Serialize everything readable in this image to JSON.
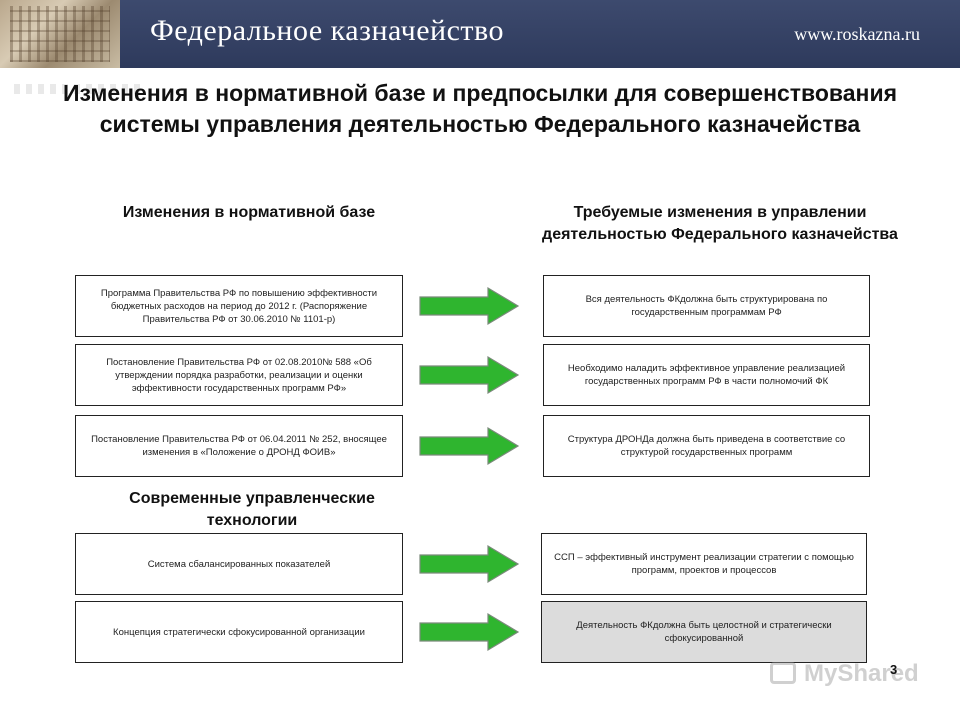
{
  "header": {
    "title": "Федеральное казначейство",
    "url": "www.roskazna.ru"
  },
  "slide": {
    "title": "Изменения в нормативной базе и предпосылки для совершенствования системы управления деятельностью Федерального казначейства",
    "left_heading": "Изменения в нормативной базе",
    "right_heading": "Требуемые изменения в управлении деятельностью Федерального казначейства",
    "tech_heading": "Современные управленческие технологии",
    "page_number": "3"
  },
  "rows": [
    {
      "left": "Программа Правительства РФ по повышению эффективности бюджетных расходов на период до 2012 г. (Распоряжение Правительства РФ от 30.06.2010 № 1101-р)",
      "right": "Вся деятельность ФКдолжна быть структурирована по государственным программам РФ"
    },
    {
      "left": "Постановление Правительства РФ от 02.08.2010№ 588 «Об утверждении порядка разработки, реализации и оценки эффективности государственных программ РФ»",
      "right": "Необходимо наладить эффективное управление реализацией государственных программ РФ в части полномочий ФК"
    },
    {
      "left": "Постановление Правительства РФ от 06.04.2011 № 252, вносящее изменения в «Положение о ДРОНД ФОИВ»",
      "right": "Структура ДРОНДа должна быть приведена в соответствие со структурой государственных программ"
    },
    {
      "left": "Система сбалансированных показателей",
      "right": "ССП – эффективный инструмент реализации стратегии с помощью программ, проектов и процессов"
    },
    {
      "left": "Концепция стратегически сфокусированной организации",
      "right": "Деятельность ФКдолжна быть целостной и стратегически сфокусированной"
    }
  ],
  "watermark": "MyShared",
  "colors": {
    "header_bg": "#2e3a5c",
    "arrow_fill": "#2fb52f",
    "highlight_box": "#dcdcdc"
  }
}
